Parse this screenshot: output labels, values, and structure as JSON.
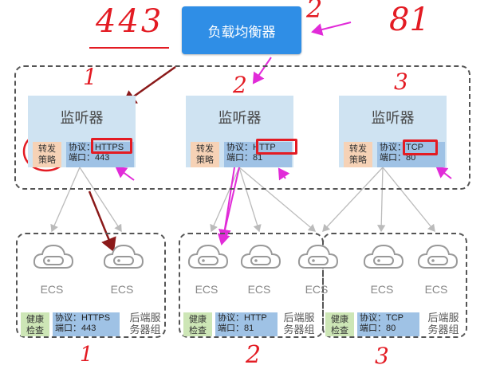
{
  "load_balancer": {
    "label": "负载均衡器"
  },
  "listeners": [
    {
      "title": "监听器",
      "policy": "转发\n策略",
      "protocol_label": "协议：",
      "protocol": "HTTPS",
      "port_label": "端口：",
      "port": "443"
    },
    {
      "title": "监听器",
      "policy": "转发\n策略",
      "protocol_label": "协议：",
      "protocol": "HTTP",
      "port_label": "端口：",
      "port": "81"
    },
    {
      "title": "监听器",
      "policy": "转发\n策略",
      "protocol_label": "协议：",
      "protocol": "TCP",
      "port_label": "端口：",
      "port": "80"
    }
  ],
  "ecs_label": "ECS",
  "backend_groups": [
    {
      "health": "健康\n检查",
      "protocol_label": "协议：",
      "protocol": "HTTPS",
      "port_label": "端口：",
      "port": "443",
      "name": "后端服\n务器组"
    },
    {
      "health": "健康\n检查",
      "protocol_label": "协议：",
      "protocol": "HTTP",
      "port_label": "端口：",
      "port": "81",
      "name": "后端服\n务器组"
    },
    {
      "health": "健康\n检查",
      "protocol_label": "协议：",
      "protocol": "TCP",
      "port_label": "端口：",
      "port": "80",
      "name": "后端服\n务器组"
    }
  ],
  "annotations": {
    "top_left": "443",
    "top_center": "2",
    "top_right": "81",
    "listener_numbers": [
      "1",
      "2",
      "3"
    ],
    "group_numbers": [
      "1",
      "2",
      "3"
    ]
  },
  "colors": {
    "accent_blue": "#2f8ee6",
    "annotation_red": "#e31b23",
    "annotation_magenta": "#e12bd8",
    "annotation_darkred": "#8b1a1a"
  }
}
